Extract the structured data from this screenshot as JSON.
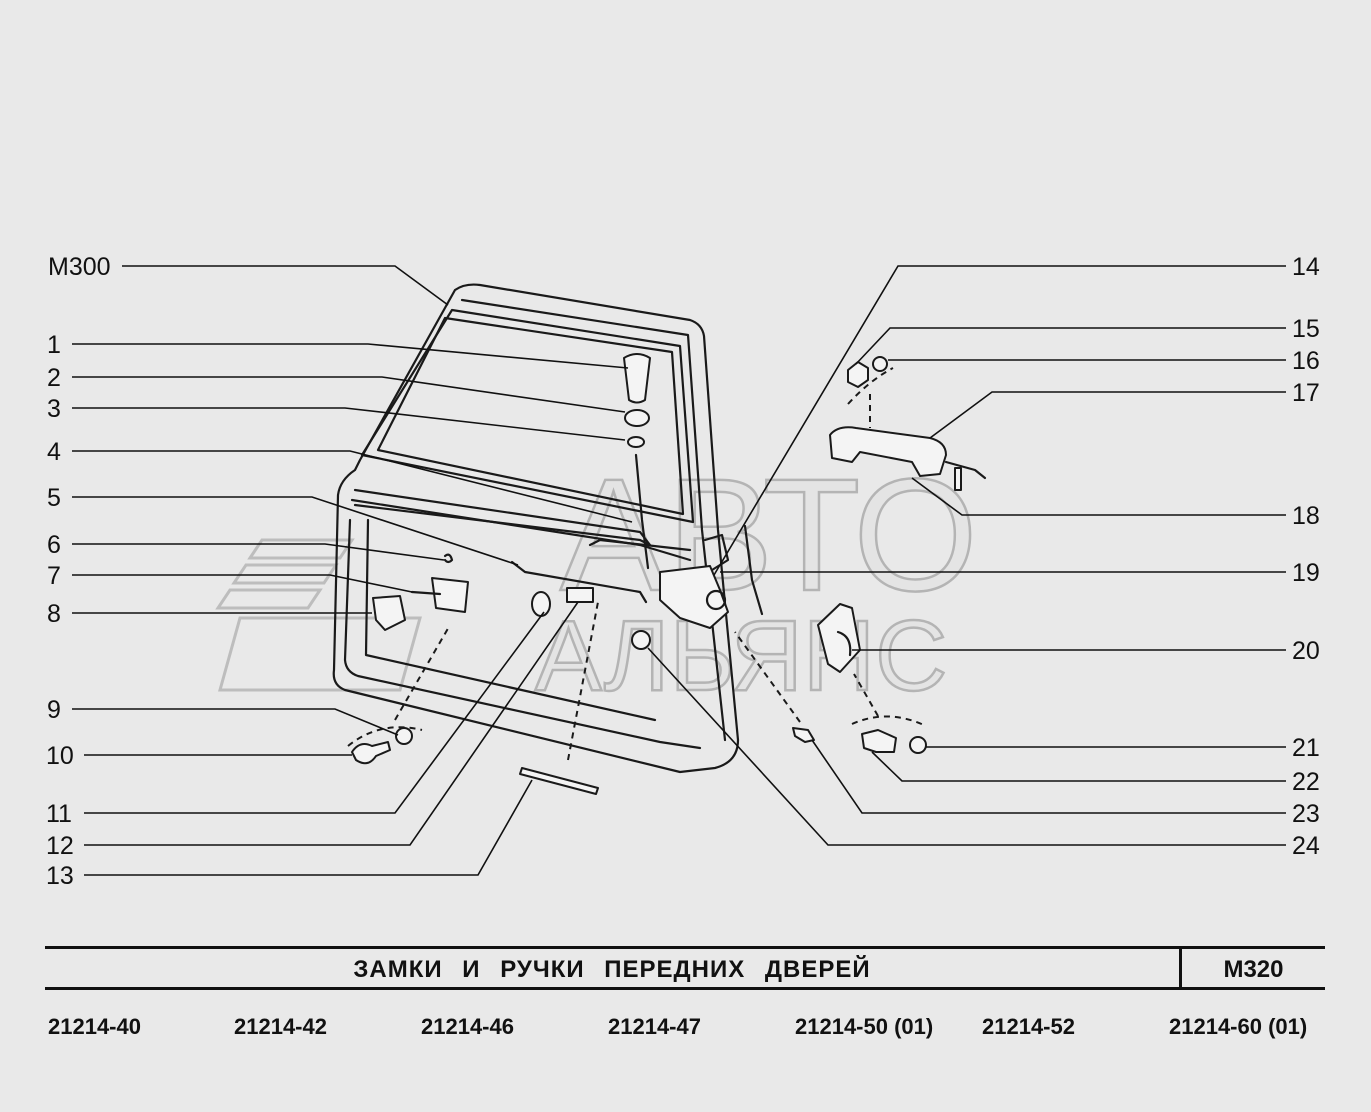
{
  "diagram": {
    "watermark": {
      "line1": "АВТО",
      "line2": "АЛЬЯНС"
    },
    "callouts": [
      {
        "id": "m300",
        "label": "M300"
      },
      {
        "id": "c1",
        "label": "1"
      },
      {
        "id": "c2",
        "label": "2"
      },
      {
        "id": "c3",
        "label": "3"
      },
      {
        "id": "c4",
        "label": "4"
      },
      {
        "id": "c5",
        "label": "5"
      },
      {
        "id": "c6",
        "label": "6"
      },
      {
        "id": "c7",
        "label": "7"
      },
      {
        "id": "c8",
        "label": "8"
      },
      {
        "id": "c9",
        "label": "9"
      },
      {
        "id": "c10",
        "label": "10"
      },
      {
        "id": "c11",
        "label": "11"
      },
      {
        "id": "c12",
        "label": "12"
      },
      {
        "id": "c13",
        "label": "13"
      },
      {
        "id": "c14",
        "label": "14"
      },
      {
        "id": "c15",
        "label": "15"
      },
      {
        "id": "c16",
        "label": "16"
      },
      {
        "id": "c17",
        "label": "17"
      },
      {
        "id": "c18",
        "label": "18"
      },
      {
        "id": "c19",
        "label": "19"
      },
      {
        "id": "c20",
        "label": "20"
      },
      {
        "id": "c21",
        "label": "21"
      },
      {
        "id": "c22",
        "label": "22"
      },
      {
        "id": "c23",
        "label": "23"
      },
      {
        "id": "c24",
        "label": "24"
      }
    ]
  },
  "title": {
    "text": "ЗАМКИ И РУЧКИ ПЕРЕДНИХ ДВЕРЕЙ",
    "code": "M320"
  },
  "models": [
    "21214-40",
    "21214-42",
    "21214-46",
    "21214-47",
    "21214-50 (01)",
    "21214-52",
    "21214-60 (01)"
  ]
}
